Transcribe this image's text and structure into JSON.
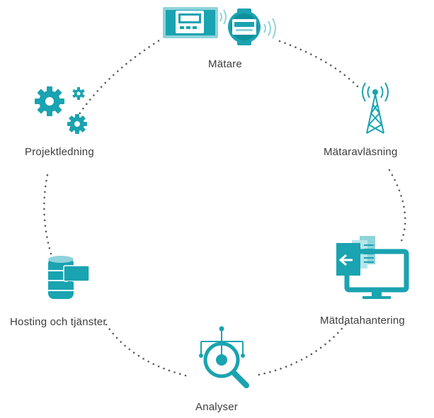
{
  "colors": {
    "teal": "#1aa3b0",
    "teal_dark": "#0e8f9c",
    "teal_light": "#8fd3db",
    "dots": "#5b5b5b",
    "text": "#3d3d3d"
  },
  "nodes": [
    {
      "id": "matare",
      "label": "Mätare",
      "icon": "meters-icon"
    },
    {
      "id": "matavl",
      "label": "Mätaravläsning",
      "icon": "antenna-tower-icon"
    },
    {
      "id": "matdata",
      "label": "Mätdatahantering",
      "icon": "computer-monitor-icon"
    },
    {
      "id": "analyser",
      "label": "Analyser",
      "icon": "magnifier-analysis-icon"
    },
    {
      "id": "hosting",
      "label": "Hosting och tjänster",
      "icon": "database-server-icon"
    },
    {
      "id": "projekt",
      "label": "Projektledning",
      "icon": "gears-icon"
    }
  ]
}
